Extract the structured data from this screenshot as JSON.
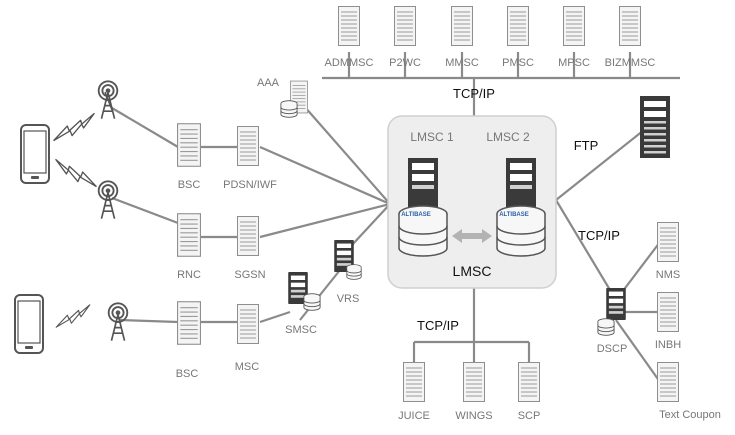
{
  "labels": {
    "admmsc": "ADMMSC",
    "p2wc": "P2WC",
    "mmsc": "MMSC",
    "pmsc": "PMSC",
    "mpsc": "MPSC",
    "bizmmsc": "BIZMMSC",
    "tcpip_top": "TCP/IP",
    "aaa": "AAA",
    "lmsc1": "LMSC 1",
    "lmsc2": "LMSC 2",
    "lmsc": "LMSC",
    "ftp": "FTP",
    "tcpip_right": "TCP/IP",
    "tcpip_bottom": "TCP/IP",
    "bsc1": "BSC",
    "pdsn": "PDSN/IWF",
    "rnc": "RNC",
    "sgsn": "SGSN",
    "smsc": "SMSC",
    "vrs": "VRS",
    "bsc2": "BSC",
    "msc": "MSC",
    "juice": "JUICE",
    "wings": "WINGS",
    "scp": "SCP",
    "nms": "NMS",
    "inbh": "INBH",
    "dscp": "DSCP",
    "text_coupon": "Text Coupon",
    "altibase": "ALTIBASE"
  },
  "colors": {
    "line": "#8a8a8a",
    "line_dark": "#4a4a4a",
    "box_fill": "#eeeeee",
    "box_stroke": "#cfcfcf",
    "server_fill": "#f4f4f4",
    "server_stroke": "#8f8f8f",
    "dark_server": "#3a3a3a",
    "db_fill": "#f7f7f7",
    "arrow": "#b3b3b3",
    "altibase_blue": "#2a5ea8"
  }
}
